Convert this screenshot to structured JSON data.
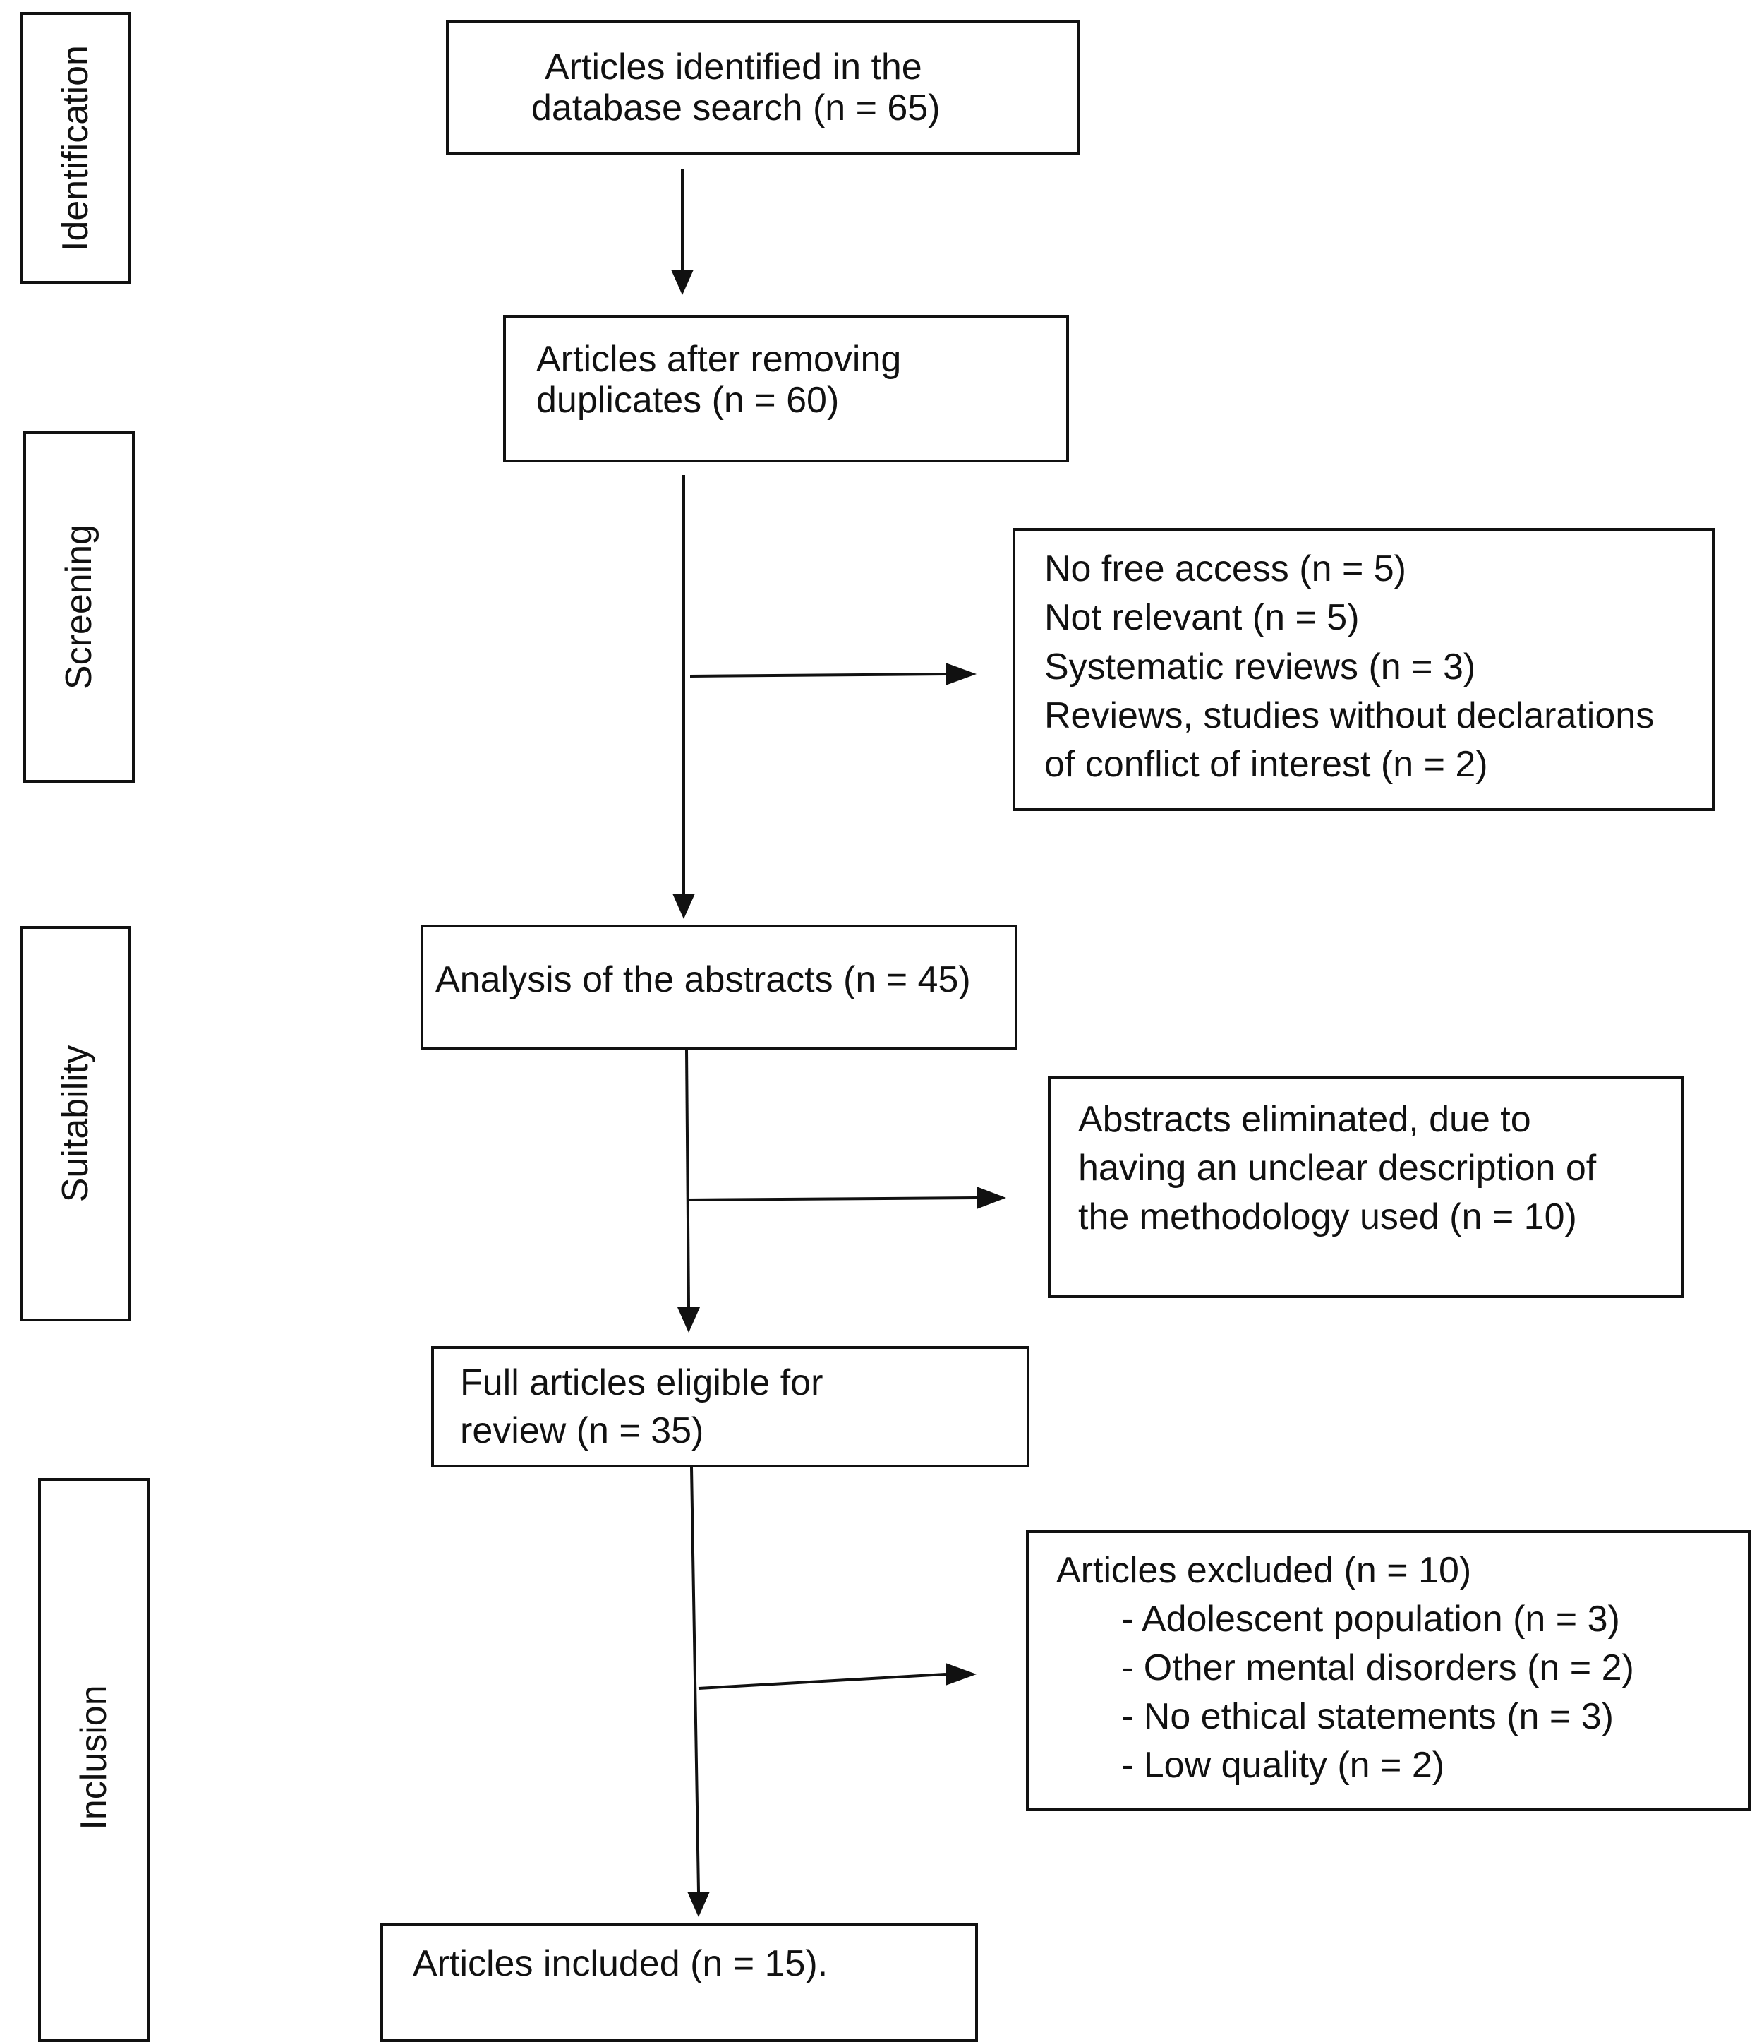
{
  "stages": {
    "identification": "Identification",
    "screening": "Screening",
    "suitability": "Suitability",
    "inclusion": "Inclusion"
  },
  "boxes": {
    "identified": {
      "lines": [
        "Articles identified in the",
        "database search (n = 65)"
      ]
    },
    "after_duplicates": {
      "lines": [
        "Articles after removing",
        "duplicates (n = 60)"
      ]
    },
    "screening_excluded": {
      "lines": [
        "No free access (n = 5)",
        "Not relevant (n = 5)",
        "Systematic reviews (n = 3)",
        "Reviews, studies without declarations",
        "of conflict of interest (n = 2)"
      ]
    },
    "abstracts": {
      "lines": [
        "Analysis of the abstracts (n = 45)"
      ]
    },
    "abstracts_eliminated": {
      "lines": [
        "Abstracts eliminated, due to",
        "having an unclear description of",
        "the methodology used (n = 10)"
      ]
    },
    "full_articles": {
      "lines": [
        "Full articles eligible for",
        "review (n = 35)"
      ]
    },
    "articles_excluded": {
      "title": "Articles excluded (n = 10)",
      "items": [
        "- Adolescent population (n = 3)",
        "- Other mental disorders (n = 2)",
        "- No ethical statements (n = 3)",
        "- Low quality (n = 2)"
      ]
    },
    "included": {
      "lines": [
        "Articles included (n = 15)."
      ]
    }
  }
}
